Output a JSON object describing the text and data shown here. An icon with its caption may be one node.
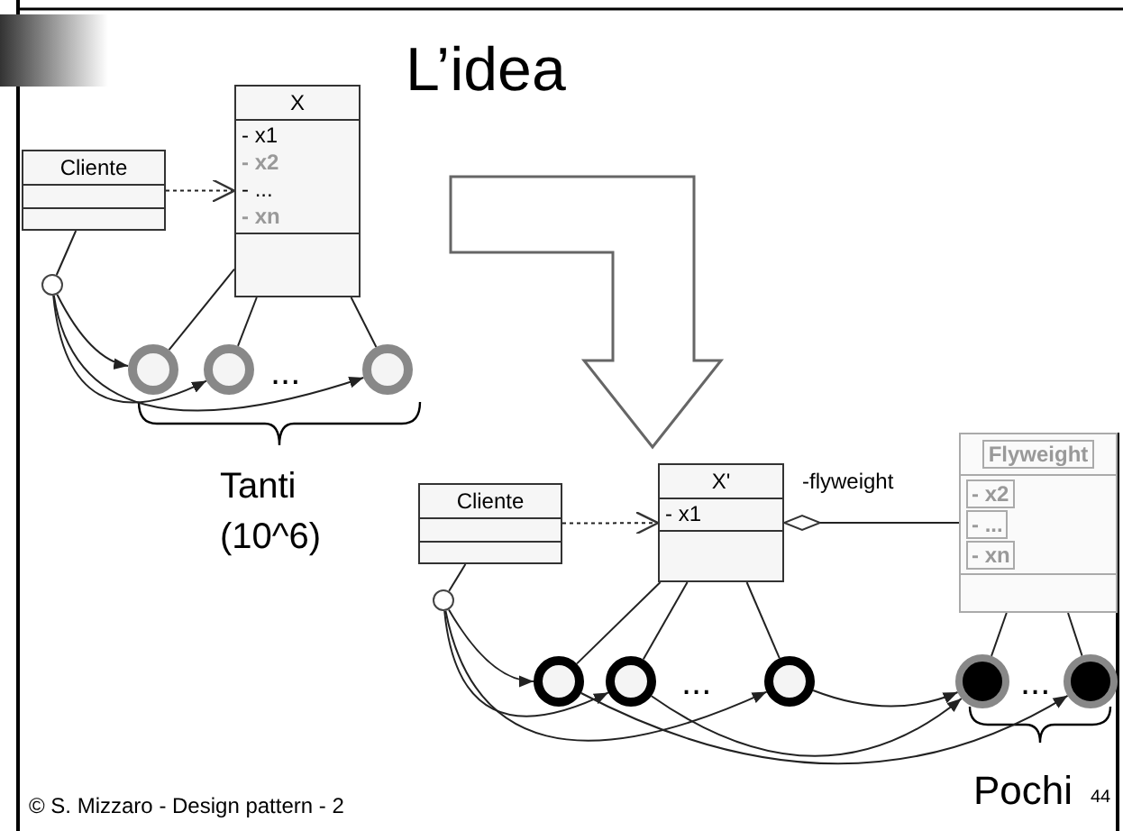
{
  "diagram": {
    "title": "L’idea",
    "caption": "© S. Mizzaro - Design pattern - 2",
    "nodes": [
      {
        "text": [
          "Cliente"
        ]
      },
      {
        "text": [
          "X",
          "- x1",
          "- x2",
          "- ...",
          "- xn"
        ]
      },
      {
        "text": [],
        "shape": "circle"
      },
      {
        "text": [],
        "shape": "circle"
      },
      {
        "text": [],
        "shape": "circle"
      },
      {
        "text": [],
        "shape": "circle"
      },
      {
        "text": [
          "Cliente"
        ]
      },
      {
        "text": [
          "X'",
          "- x1"
        ]
      },
      {
        "text": [
          "Flyweight",
          "- x2",
          "- ...",
          "- xn"
        ]
      },
      {
        "text": [],
        "shape": "circle"
      },
      {
        "text": [],
        "shape": "circle"
      },
      {
        "text": [],
        "shape": "circle"
      },
      {
        "text": [],
        "shape": "circle"
      },
      {
        "text": [],
        "shape": "circle"
      },
      {
        "text": [],
        "shape": "circle"
      }
    ],
    "edges": [
      {
        "from": 0,
        "to": 1,
        "arrow": "to",
        "style": "dashed"
      },
      {
        "from": 0,
        "to": 2,
        "arrow": "none"
      },
      {
        "from": 2,
        "to": 3,
        "arrow": "to"
      },
      {
        "from": 2,
        "to": 4,
        "arrow": "to"
      },
      {
        "from": 2,
        "to": 5,
        "arrow": "to"
      },
      {
        "from": 1,
        "to": 3,
        "arrow": "none"
      },
      {
        "from": 1,
        "to": 4,
        "arrow": "none"
      },
      {
        "from": 1,
        "to": 5,
        "arrow": "none"
      },
      {
        "from": 6,
        "to": 7,
        "arrow": "to",
        "style": "dashed"
      },
      {
        "from": 7,
        "to": 8,
        "arrow": "other",
        "label": "-flyweight"
      },
      {
        "from": 6,
        "to": 9,
        "arrow": "none"
      },
      {
        "from": 9,
        "to": 10,
        "arrow": "to"
      },
      {
        "from": 9,
        "to": 11,
        "arrow": "to"
      },
      {
        "from": 9,
        "to": 12,
        "arrow": "to"
      },
      {
        "from": 7,
        "to": 10,
        "arrow": "none"
      },
      {
        "from": 7,
        "to": 11,
        "arrow": "none"
      },
      {
        "from": 7,
        "to": 12,
        "arrow": "none"
      },
      {
        "from": 8,
        "to": 13,
        "arrow": "none"
      },
      {
        "from": 8,
        "to": 14,
        "arrow": "none"
      },
      {
        "from": 10,
        "to": 14,
        "arrow": "to"
      },
      {
        "from": 11,
        "to": 13,
        "arrow": "to"
      },
      {
        "from": 12,
        "to": 13,
        "arrow": "to"
      }
    ],
    "labels": [
      "...",
      "Tanti (10^6)",
      "...",
      "...",
      "Pochi",
      "44"
    ]
  }
}
